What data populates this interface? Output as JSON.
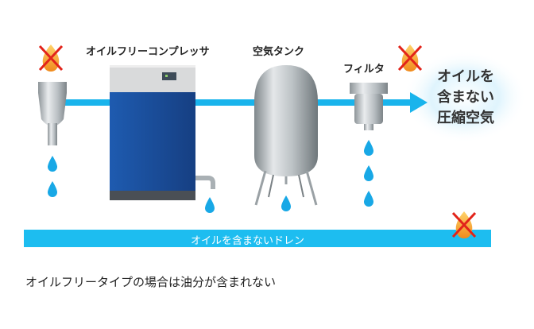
{
  "labels": {
    "compressor": "オイルフリーコンプレッサ",
    "tank": "空気タンク",
    "filter": "フィルタ",
    "output_line1": "オイルを",
    "output_line2": "含まない",
    "output_line3": "圧縮空気",
    "drain": "オイルを含まないドレン",
    "caption": "オイルフリータイプの場合は油分が含まれない"
  },
  "colors": {
    "pipe": "#19b4ec",
    "drain_bar": "#1dbdf0",
    "compressor_body": "#1b4f9c",
    "compressor_top": "#d9dadb",
    "drop": "#18a8e6",
    "flame": "#f6a623",
    "cross": "#e2231a",
    "glow": "#cfeffd"
  },
  "icons": [
    "oil-free-flame-icon",
    "water-drop-icon",
    "arrow-right-icon"
  ]
}
